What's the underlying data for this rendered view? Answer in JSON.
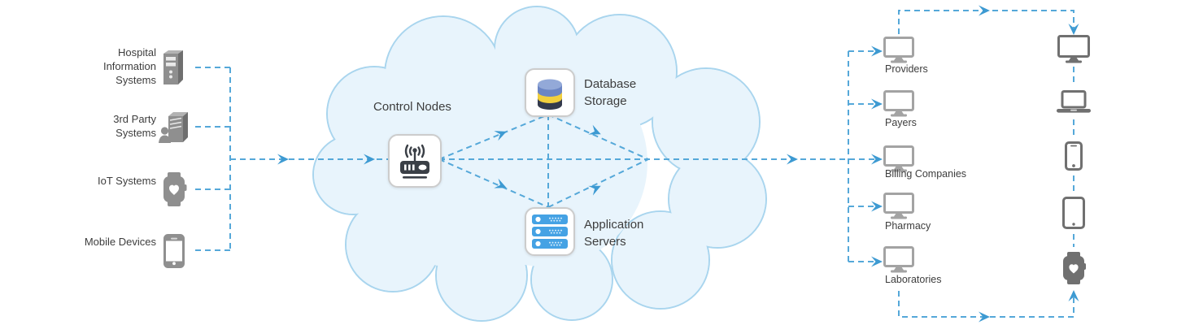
{
  "left_sources": {
    "items": [
      {
        "label": "Hospital Information Systems",
        "icon": "server-tower-icon"
      },
      {
        "label": "3rd Party Systems",
        "icon": "user-server-icon"
      },
      {
        "label": "IoT Systems",
        "icon": "smartwatch-icon"
      },
      {
        "label": "Mobile Devices",
        "icon": "smartphone-icon"
      }
    ]
  },
  "cloud": {
    "nodes": [
      {
        "label": "Control Nodes",
        "icon": "router-icon"
      },
      {
        "label": "Database Storage",
        "icon": "database-icon"
      },
      {
        "label": "Application Servers",
        "icon": "app-servers-icon"
      }
    ]
  },
  "right_consumers": {
    "items": [
      {
        "label": "Providers",
        "icon": "monitor-icon"
      },
      {
        "label": "Payers",
        "icon": "monitor-icon"
      },
      {
        "label": "Billing Companies",
        "icon": "monitor-icon"
      },
      {
        "label": "Pharmacy",
        "icon": "monitor-icon"
      },
      {
        "label": "Laboratories",
        "icon": "monitor-icon"
      }
    ]
  },
  "endpoint_devices": {
    "items": [
      {
        "icon": "desktop-icon"
      },
      {
        "icon": "laptop-icon"
      },
      {
        "icon": "smartphone-icon"
      },
      {
        "icon": "tablet-icon"
      },
      {
        "icon": "smartwatch-icon"
      }
    ]
  },
  "colors": {
    "connector_line": "#55a8d9",
    "arrowhead": "#3d9ad2",
    "cloud_fill": "#e8f4fc",
    "cloud_stroke": "#a9d5ee",
    "icon_gray": "#8f8f8f",
    "consumer_monitor_gray": "#a3a3a3",
    "endpoint_device_gray": "#707070",
    "app_server_blue": "#45a2e4",
    "database_top": "#93a9d8",
    "database_band": "#6b85c4",
    "database_yellow": "#f1cf3d",
    "database_dark": "#333a4c",
    "router_dark": "#3a3f46",
    "label_text": "#3d3d3d"
  }
}
